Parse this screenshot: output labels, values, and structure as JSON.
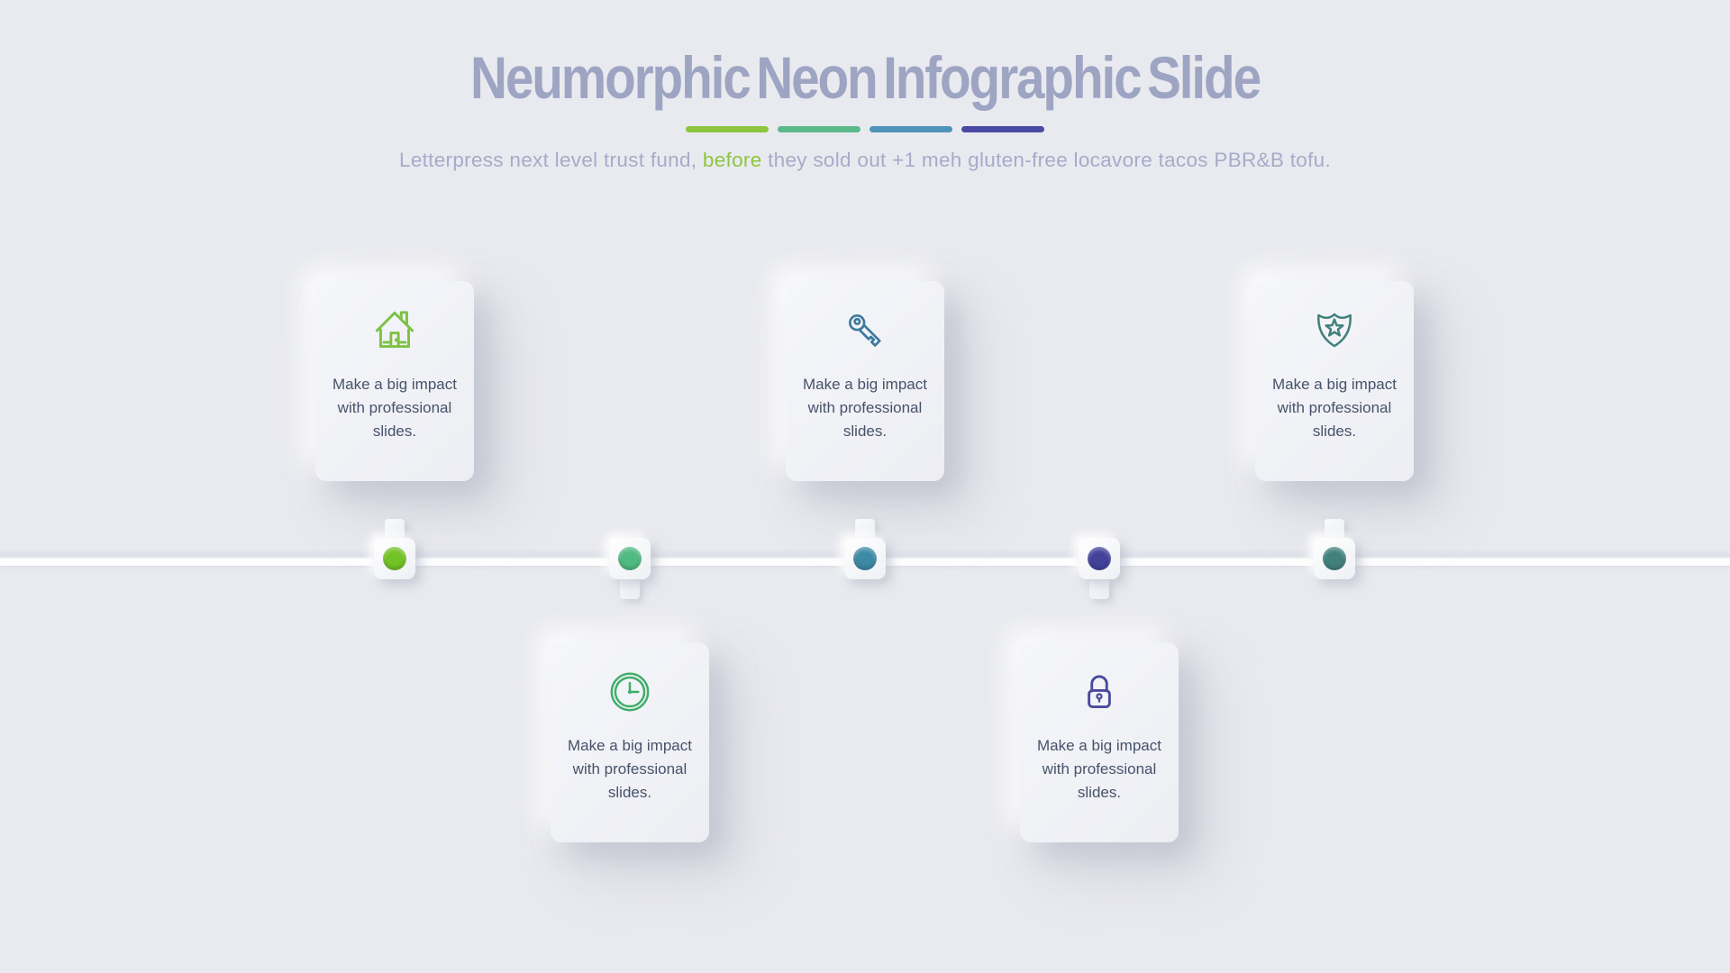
{
  "theme": {
    "background": "#E9EAEF",
    "title_color": "#9EA5C3",
    "subtitle_color": "#A6ABCA",
    "highlight_color": "#8CC63F",
    "card_text_color": "#47526B"
  },
  "header": {
    "title": "Neumorphic Neon Infographic Slide",
    "accent_bars": [
      "#8CC63F",
      "#5CB98A",
      "#4E93B9",
      "#4A4AA4"
    ],
    "subtitle": {
      "part1": "Letterpress next level trust fund, ",
      "highlight": "before",
      "part2": " they sold out +1 meh gluten-free locavore tacos PBR&B tofu."
    }
  },
  "timeline": {
    "items": [
      {
        "icon": "house-icon",
        "icon_color": "#7CC242",
        "dot_color": "#73C226",
        "card_position": "above",
        "lines": [
          "Make a big impact",
          "with professional",
          "slides."
        ]
      },
      {
        "icon": "clock-icon",
        "icon_color": "#3FAE6A",
        "dot_color": "#4FBA82",
        "card_position": "below",
        "lines": [
          "Make a big impact",
          "with professional",
          "slides."
        ]
      },
      {
        "icon": "key-icon",
        "icon_color": "#3D7A9E",
        "dot_color": "#3E89A5",
        "card_position": "above",
        "lines": [
          "Make a big impact",
          "with professional",
          "slides."
        ]
      },
      {
        "icon": "lock-icon",
        "icon_color": "#4A4A9E",
        "dot_color": "#42429B",
        "card_position": "below",
        "lines": [
          "Make a big impact",
          "with professional",
          "slides."
        ]
      },
      {
        "icon": "shield-icon",
        "icon_color": "#41807D",
        "dot_color": "#41807D",
        "card_position": "above",
        "lines": [
          "Make a big impact",
          "with professional",
          "slides."
        ]
      }
    ]
  }
}
